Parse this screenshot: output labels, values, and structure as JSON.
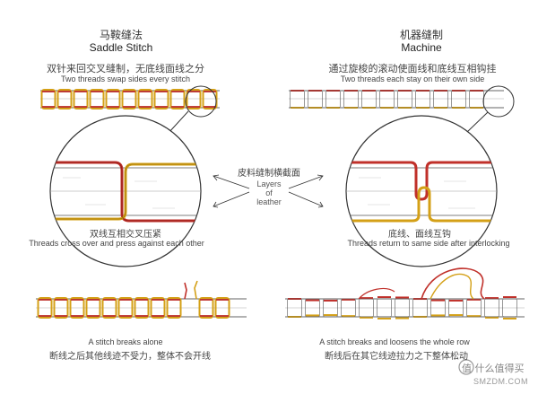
{
  "left": {
    "title_zh": "马鞍缝法",
    "title_en": "Saddle Stitch",
    "desc_zh": "双针来回交叉缝制，无底线面线之分",
    "desc_en": "Two threads swap sides every stitch",
    "detail_zh": "双线互相交叉压紧",
    "detail_en": "Threads cross over and press against each other",
    "break_en": "A stitch breaks alone",
    "break_zh": "断线之后其他线迹不受力，整体不会开线"
  },
  "right": {
    "title_zh": "机器缝制",
    "title_en": "Machine",
    "desc_zh": "通过旋梭的滚动使面线和底线互相钩挂",
    "desc_en": "Two threads each stay on their own side",
    "detail_zh": "底线、面线互钩",
    "detail_en": "Threads return to same side after interlocking",
    "break_en": "A stitch breaks and loosens the whole row",
    "break_zh": "断线后在其它线迹拉力之下整体松动"
  },
  "center": {
    "label_zh": "皮料缝制横截面",
    "label_en_1": "Layers",
    "label_en_2": "of",
    "label_en_3": "leather"
  },
  "watermark": {
    "zh": "值 什么值得买",
    "en": "SMZDM.COM"
  },
  "colors": {
    "red_thread": "#c0302a",
    "yellow_thread": "#d4a017",
    "outline": "#333333",
    "leather_line": "#999999"
  }
}
